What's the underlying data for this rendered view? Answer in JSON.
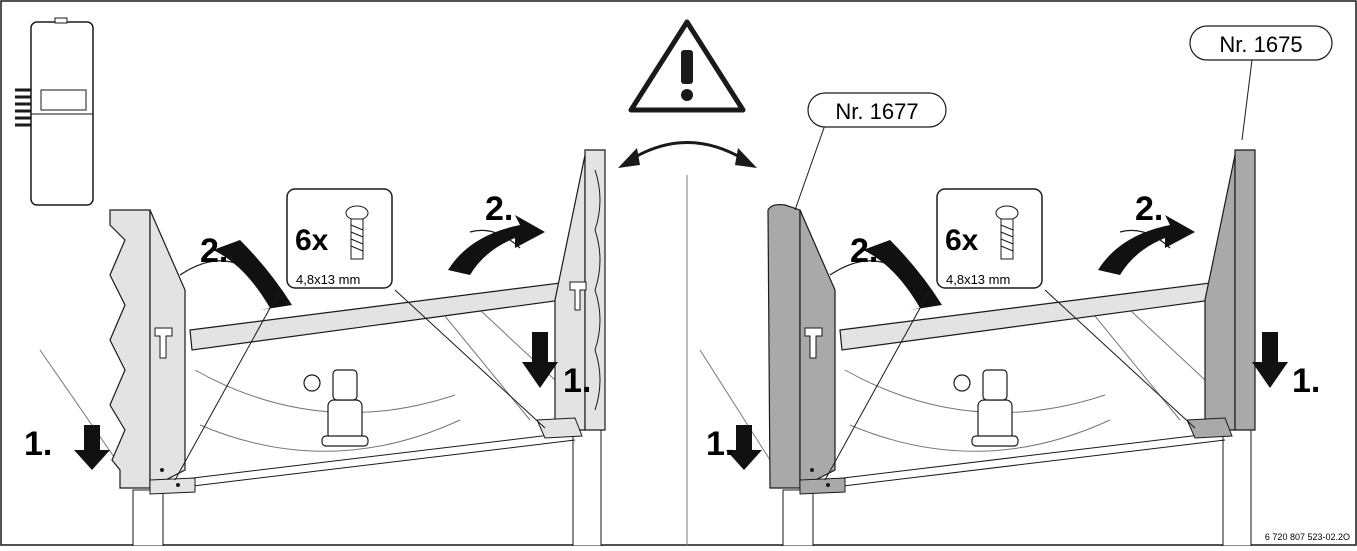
{
  "labels": {
    "part_left": "Nr. 1677",
    "part_right": "Nr. 1675",
    "step1": "1.",
    "step2": "2.",
    "screw_count": "6x",
    "screw_size": "4,8x13 mm",
    "figure_code": "6 720 807 523-02.2O"
  },
  "icons": {
    "warning": "warning-triangle-icon",
    "swap": "double-arrow-icon",
    "screw": "screw-icon",
    "appliance": "heater-unit-icon"
  },
  "colors": {
    "line": "#1a1a1a",
    "panel_light": "#e3e3e3",
    "panel_dark": "#a9a9a9",
    "arrow_fill": "#111111",
    "background": "#ffffff"
  }
}
